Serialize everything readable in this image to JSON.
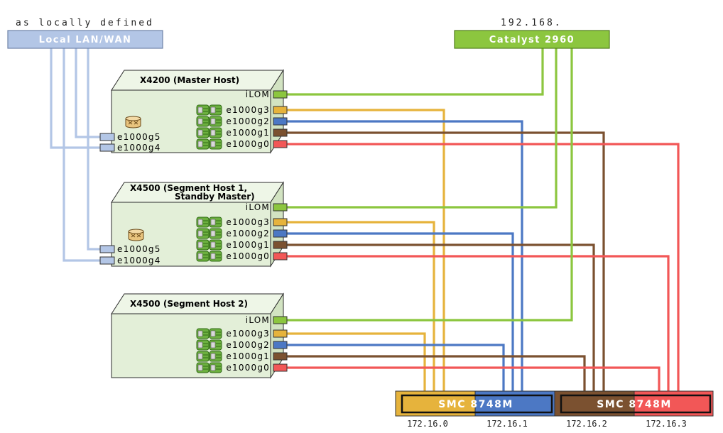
{
  "labels": {
    "lan_scope": "as locally defined",
    "mgmt_subnet": "192.168."
  },
  "networks": {
    "lan": {
      "label": "Local LAN/WAN"
    },
    "mgmt": {
      "label": "Catalyst 2960"
    }
  },
  "hosts": [
    {
      "title": [
        "X4200 (Master Host)"
      ],
      "right_ports": [
        "iLOM",
        "e1000g3",
        "e1000g2",
        "e1000g1",
        "e1000g0"
      ],
      "left_ports": [
        "e1000g5",
        "e1000g4"
      ]
    },
    {
      "title": [
        "X4500 (Segment Host 1,",
        "Standby Master)"
      ],
      "right_ports": [
        "iLOM",
        "e1000g3",
        "e1000g2",
        "e1000g1",
        "e1000g0"
      ],
      "left_ports": [
        "e1000g5",
        "e1000g4"
      ]
    },
    {
      "title": [
        "X4500 (Segment Host 2)"
      ],
      "right_ports": [
        "iLOM",
        "e1000g3",
        "e1000g2",
        "e1000g1",
        "e1000g0"
      ],
      "left_ports": []
    }
  ],
  "switches": [
    {
      "label": "SMC 8748M",
      "subnets": [
        "172.16.0",
        "172.16.1"
      ]
    },
    {
      "label": "SMC 8748M",
      "subnets": [
        "172.16.2",
        "172.16.3"
      ]
    }
  ],
  "icons": {
    "drive": "disk-icon",
    "storage": "database-icon"
  },
  "colors": {
    "lan": "#b3c6e6",
    "mgmt": "#8cc63f",
    "g3": "#e6b33c",
    "g2": "#4c78c4",
    "g1": "#7b5130",
    "g0": "#f25757",
    "host_front": "#e3efd8",
    "host_top": "#eef6e7",
    "host_side": "#d2e3c2"
  }
}
